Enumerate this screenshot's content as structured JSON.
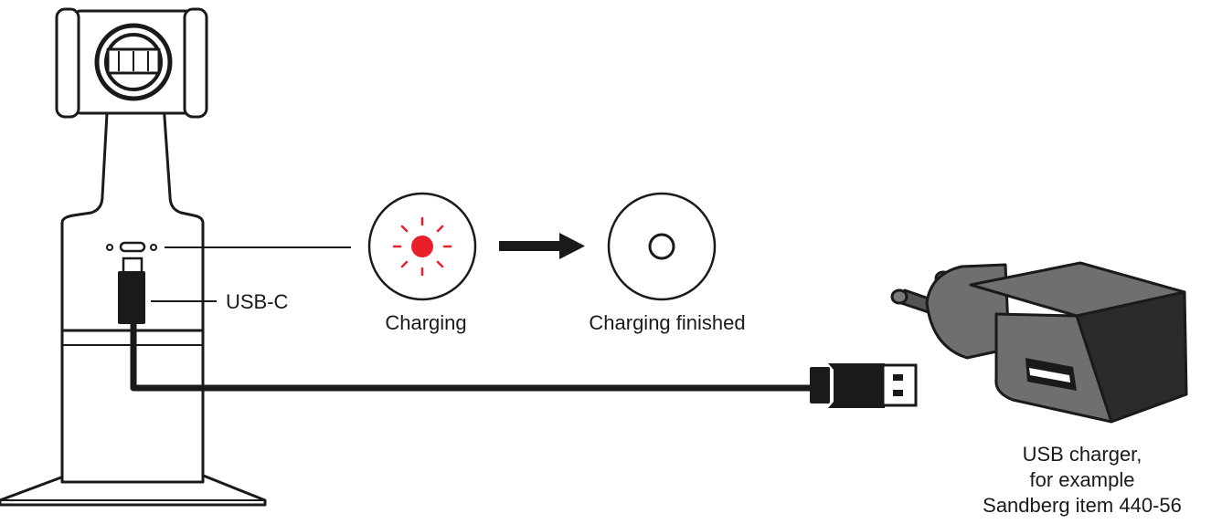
{
  "labels": {
    "usb_c": "USB-C",
    "charging": "Charging",
    "charging_finished": "Charging finished",
    "charger_line1": "USB charger,",
    "charger_line2": "for example",
    "charger_line3": "Sandberg item 440-56"
  },
  "colors": {
    "outline": "#1a1a1a",
    "led_charging": "#e8202a",
    "charger_body": "#6e6f71",
    "charger_dark": "#2b2b2b",
    "pin": "#555555"
  },
  "icons": {
    "led_charging": "red-led-glow-icon",
    "led_finished": "led-off-icon",
    "arrow": "arrow-right-icon"
  }
}
